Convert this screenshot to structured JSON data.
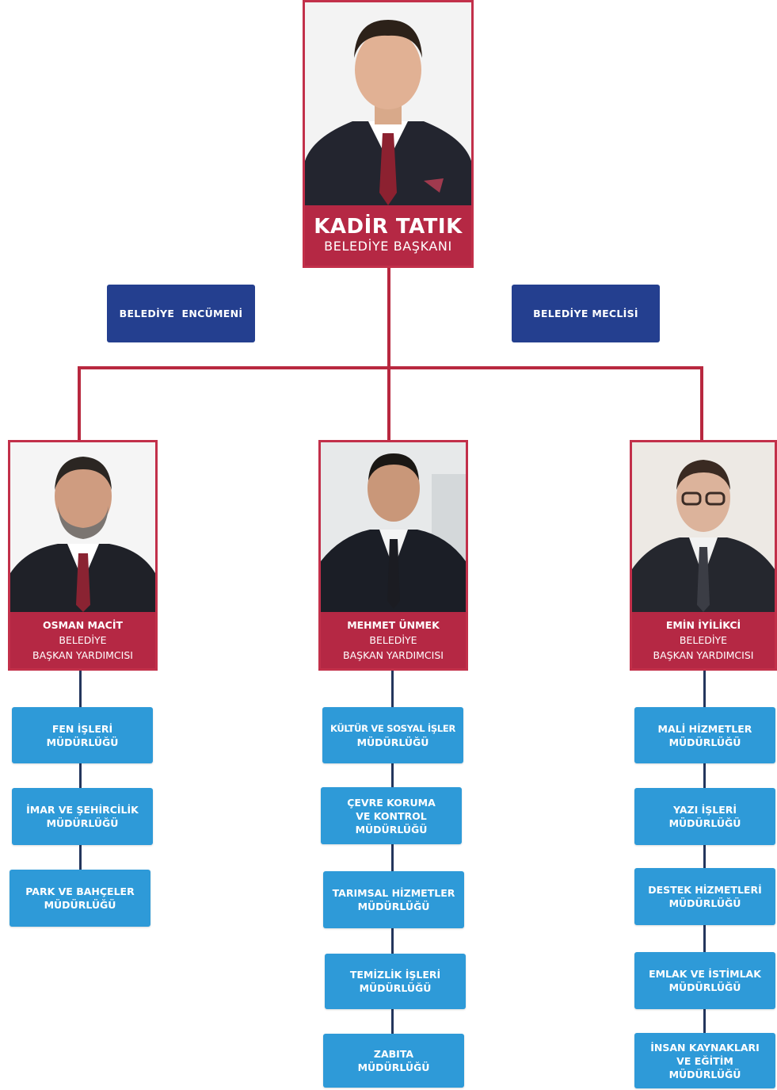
{
  "mayor": {
    "name": "KADİR TATIK",
    "title": "BELEDİYE BAŞKANI"
  },
  "councils": {
    "left": "BELEDİYE  ENCÜMENİ",
    "right": "BELEDİYE MECLİSİ"
  },
  "deputies": [
    {
      "name": "OSMAN MACİT",
      "title_line1": "BELEDİYE",
      "title_line2": "BAŞKAN YARDIMCISI"
    },
    {
      "name": "MEHMET ÜNMEK",
      "title_line1": "BELEDİYE",
      "title_line2": "BAŞKAN YARDIMCISI"
    },
    {
      "name": "EMİN İYİLİKCİ",
      "title_line1": "BELEDİYE",
      "title_line2": "BAŞKAN YARDIMCISI"
    }
  ],
  "units": {
    "left": [
      [
        "FEN İŞLERİ",
        "MÜDÜRLÜĞÜ"
      ],
      [
        "İMAR VE ŞEHİRCİLİK",
        "MÜDÜRLÜĞÜ"
      ],
      [
        "PARK VE BAHÇELER",
        "MÜDÜRLÜĞÜ"
      ]
    ],
    "middle": [
      [
        "KÜLTÜR VE SOSYAL İŞLER",
        "MÜDÜRLÜĞÜ"
      ],
      [
        "ÇEVRE KORUMA",
        "VE KONTROL",
        "MÜDÜRLÜĞÜ"
      ],
      [
        "TARIMSAL HİZMETLER",
        "MÜDÜRLÜĞÜ"
      ],
      [
        "TEMİZLİK İŞLERİ",
        "MÜDÜRLÜĞÜ"
      ],
      [
        "ZABITA",
        "MÜDÜRLÜĞÜ"
      ]
    ],
    "right": [
      [
        "MALİ HİZMETLER",
        "MÜDÜRLÜĞÜ"
      ],
      [
        "YAZI İŞLERİ",
        "MÜDÜRLÜĞÜ"
      ],
      [
        "DESTEK HİZMETLERİ",
        "MÜDÜRLÜĞÜ"
      ],
      [
        "EMLAK VE İSTİMLAK",
        "MÜDÜRLÜĞÜ"
      ],
      [
        "İNSAN KAYNAKLARI",
        "VE EĞİTİM",
        "MÜDÜRLÜĞÜ"
      ]
    ]
  },
  "colors": {
    "card_border": "#c2304a",
    "caption_bg": "#b52844",
    "council_bg": "#243f8f",
    "unit_bg": "#2e9ad8",
    "connector_red": "#b8283f",
    "connector_navy": "#24365d"
  }
}
